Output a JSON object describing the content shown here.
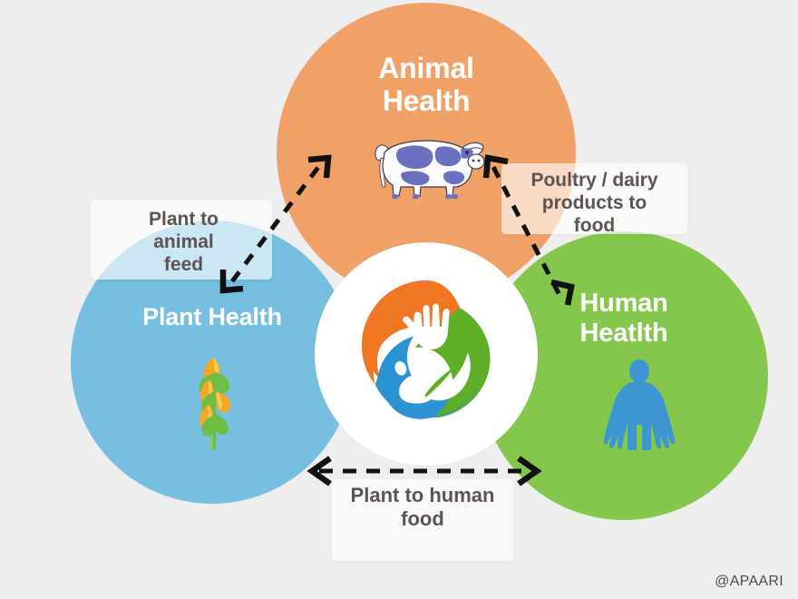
{
  "diagram": {
    "title_text_visible": false,
    "background_color": "#eeeeee",
    "circles": [
      {
        "id": "animal",
        "label": "Animal\nHealth",
        "color": "#f0a168",
        "icon": "cow-icon"
      },
      {
        "id": "plant",
        "label": "Plant Health",
        "color": "#76bfe0",
        "icon": "wheat-icon"
      },
      {
        "id": "human",
        "label": "Human\nHeatlth",
        "color": "#85c74d",
        "icon": "human-figure-icon"
      }
    ],
    "center_logo": {
      "name": "one-health-triskelion-logo",
      "segments": [
        {
          "name": "hand-icon",
          "color": "#ef7622"
        },
        {
          "name": "paw-icon",
          "color": "#2b93d1"
        },
        {
          "name": "leaf-icon",
          "color": "#5fae27"
        }
      ],
      "background": "#ffffff"
    },
    "flows": [
      {
        "id": "plant-to-animal-feed",
        "label": "Plant to\nanimal\nfeed",
        "from": "plant",
        "to": "animal",
        "style": "dashed-double-arrow"
      },
      {
        "id": "poultry-dairy-to-food",
        "label": "Poultry / dairy\nproducts to\nfood",
        "from": "animal",
        "to": "human",
        "style": "dashed-double-arrow"
      },
      {
        "id": "plant-to-human-food",
        "label": "Plant to human\nfood",
        "from": "plant",
        "to": "human",
        "style": "dashed-double-arrow"
      }
    ],
    "watermark": "@APAARI",
    "colors": {
      "animal": "#f0a168",
      "plant": "#76bfe0",
      "human": "#85c74d",
      "label_text": "#5d5353",
      "circle_text": "#ffffff",
      "arrow": "#111111"
    }
  }
}
